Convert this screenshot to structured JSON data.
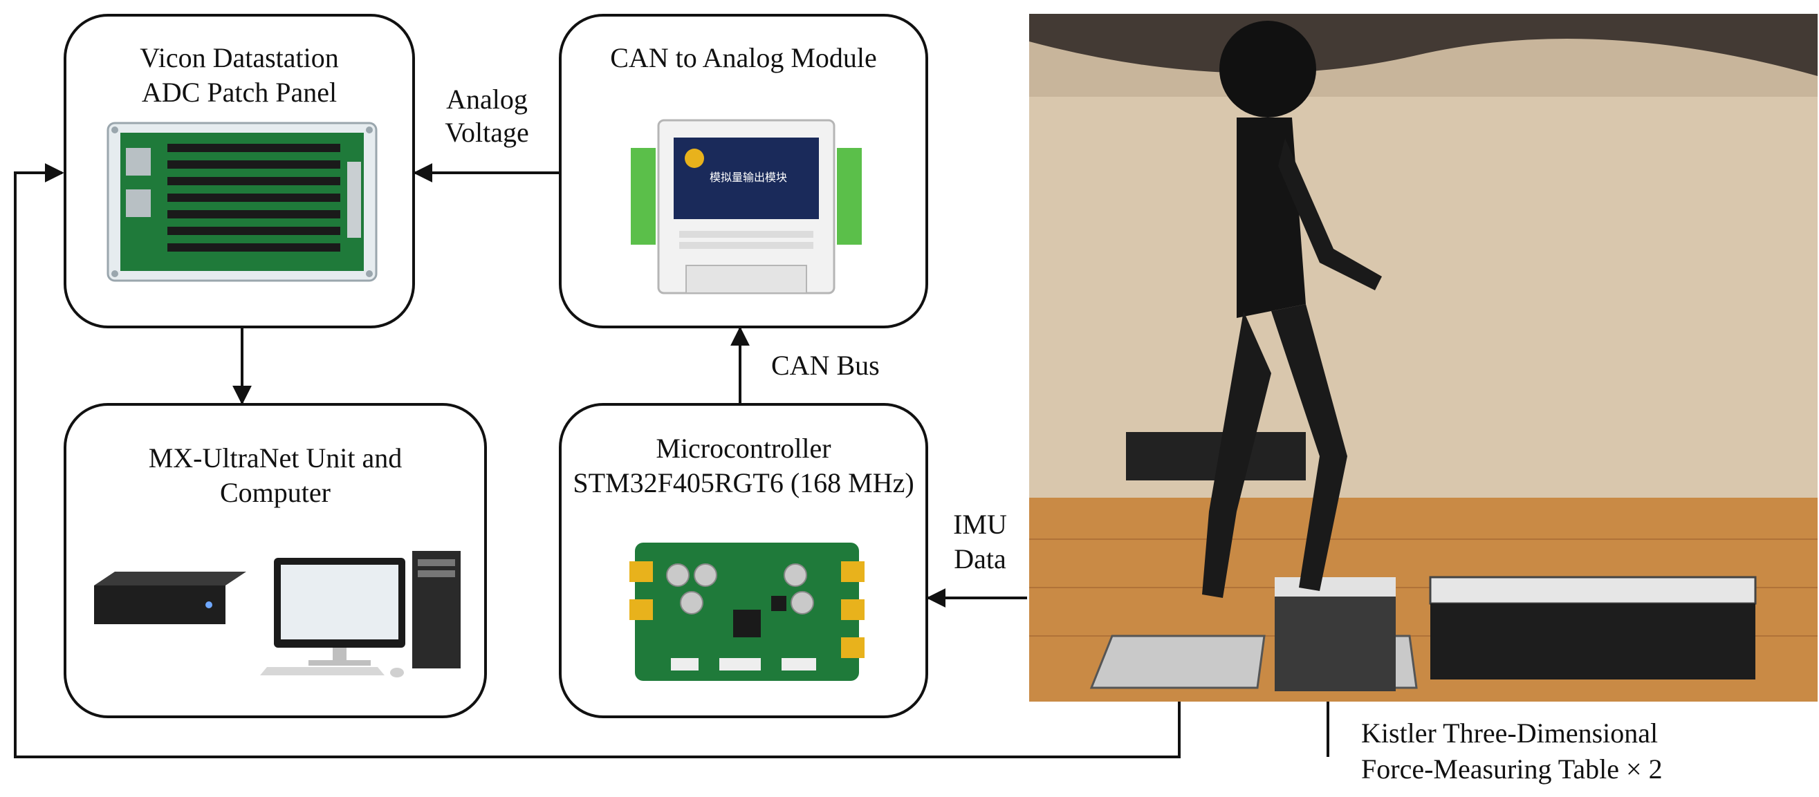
{
  "boxes": {
    "vicon": {
      "title_line1": "Vicon Datastation",
      "title_line2": "ADC Patch Panel"
    },
    "can_analog": {
      "title": "CAN to Analog Module",
      "device_text": "模拟量输出模块"
    },
    "mx": {
      "title_line1": "MX-UltraNet Unit and",
      "title_line2": "Computer"
    },
    "mcu": {
      "title_line1": "Microcontroller",
      "title_line2": "STM32F405RGT6 (168 MHz)"
    }
  },
  "edge_labels": {
    "analog_line1": "Analog",
    "analog_line2": "Voltage",
    "can_bus": "CAN Bus",
    "imu_line1": "IMU",
    "imu_line2": "Data"
  },
  "caption": {
    "line1": "Kistler Three-Dimensional",
    "line2": "Force-Measuring Table × 2"
  },
  "colors": {
    "pcb_green": "#1f7a3a",
    "terminal_green": "#5bbf4a",
    "module_navy": "#1a2a5a",
    "connector_yellow": "#e8b21c",
    "wall": "#d9c7ad",
    "floor": "#c98a45"
  }
}
